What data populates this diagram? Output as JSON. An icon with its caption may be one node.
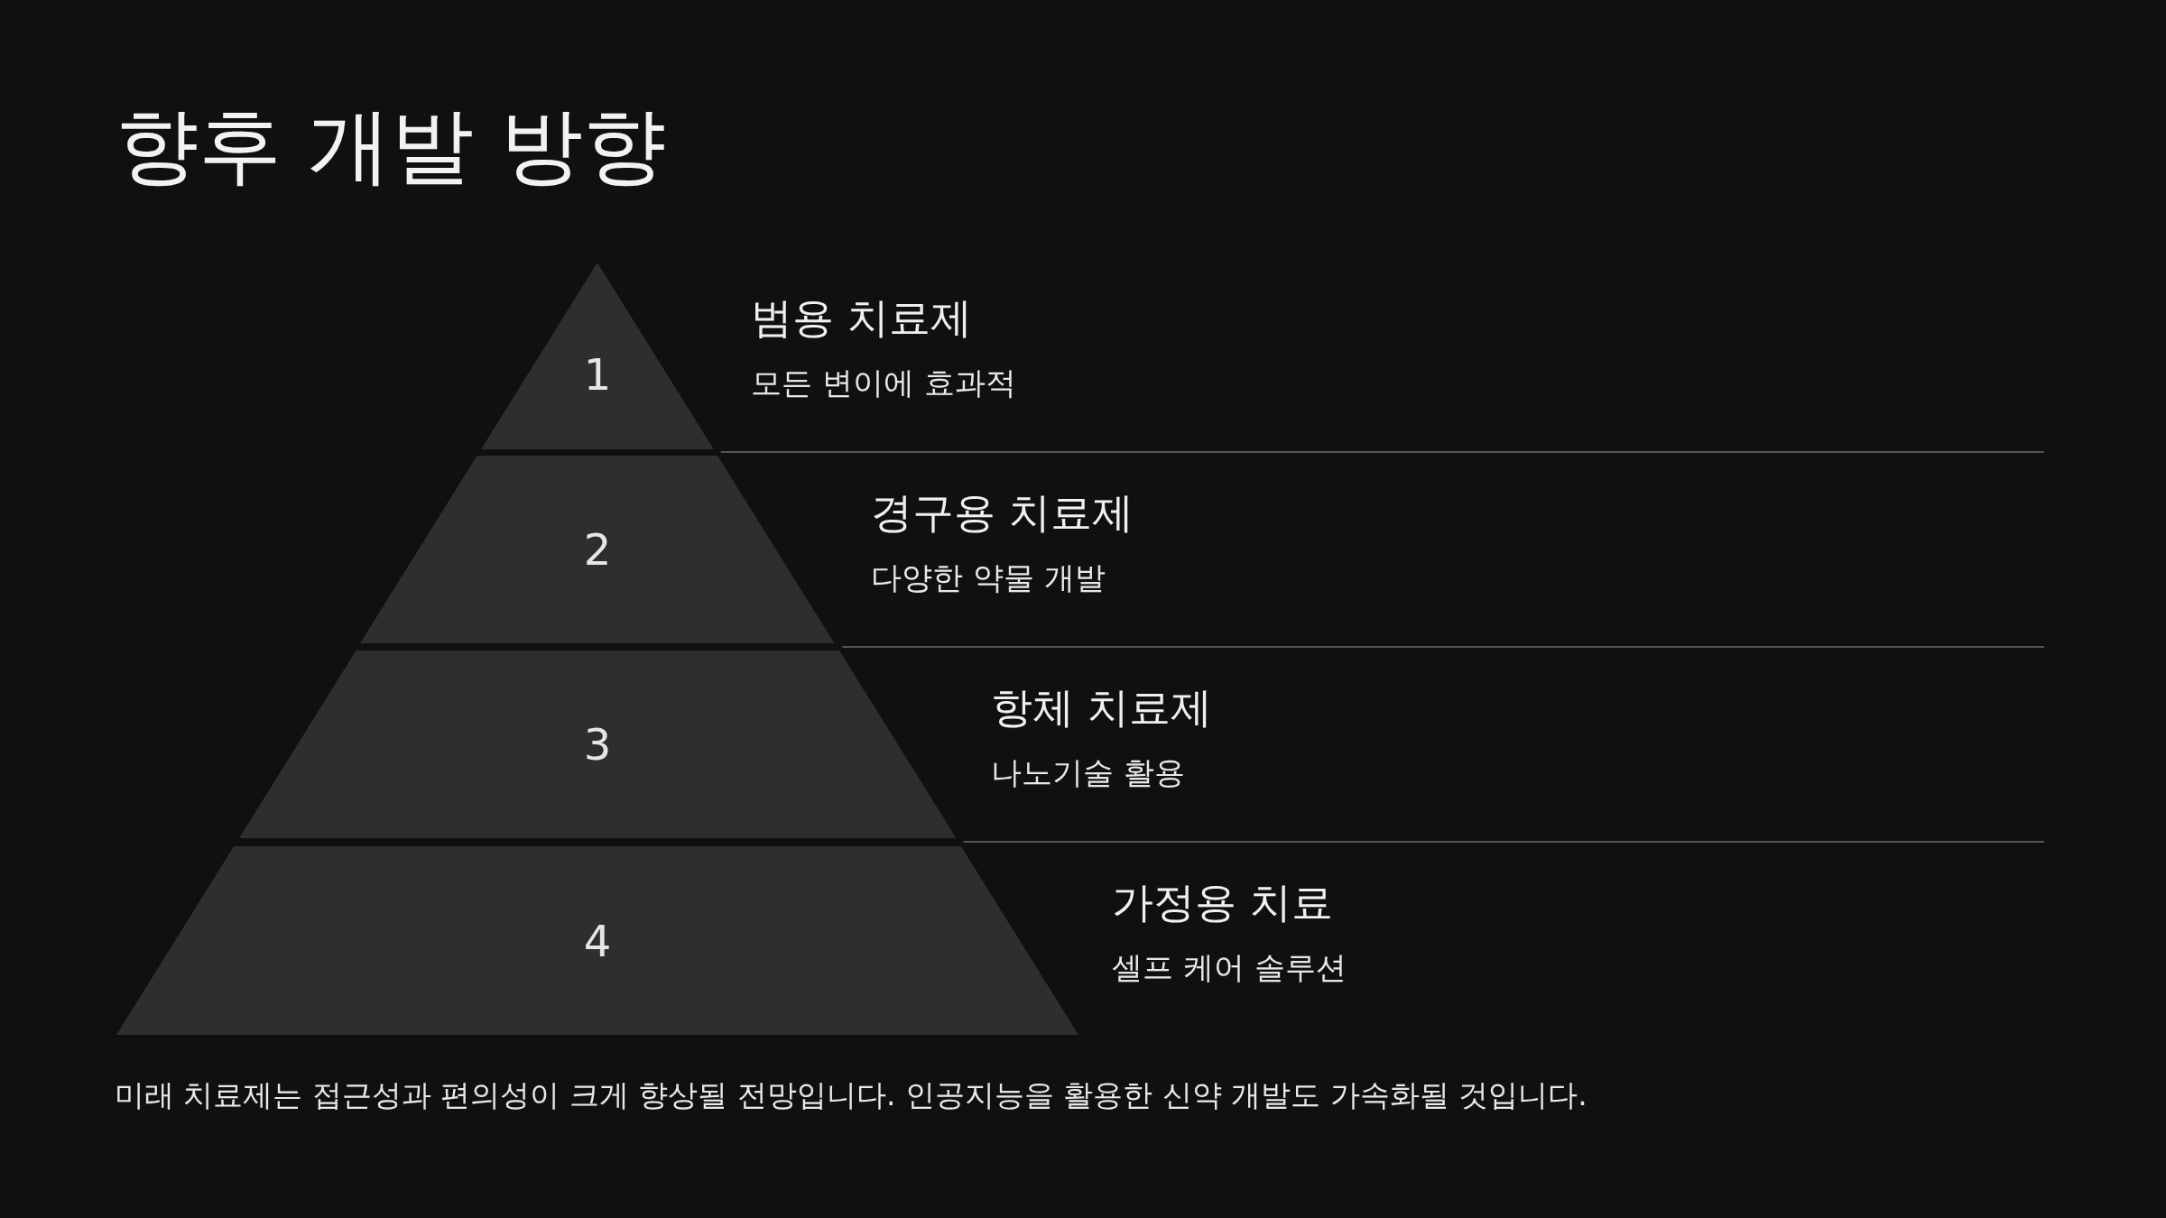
{
  "diagram": {
    "title": "향후 개발 방향",
    "nodes": [
      {
        "text": [
          "1"
        ],
        "beside": [
          "범용 치료제",
          "모든 변이에 효과적"
        ]
      },
      {
        "text": [
          "2"
        ],
        "beside": [
          "경구용 치료제",
          "다양한 약물 개발"
        ]
      },
      {
        "text": [
          "3"
        ],
        "beside": [
          "항체 치료제",
          "나노기술 활용"
        ]
      },
      {
        "text": [
          "4"
        ],
        "beside": [
          "가정용 치료",
          "셀프 케어 솔루션"
        ]
      }
    ],
    "caption": "미래 치료제는 접근성과 편의성이 크게 향상될 전망입니다. 인공지능을 활용한 신약 개발도 가속화될 것입니다."
  }
}
